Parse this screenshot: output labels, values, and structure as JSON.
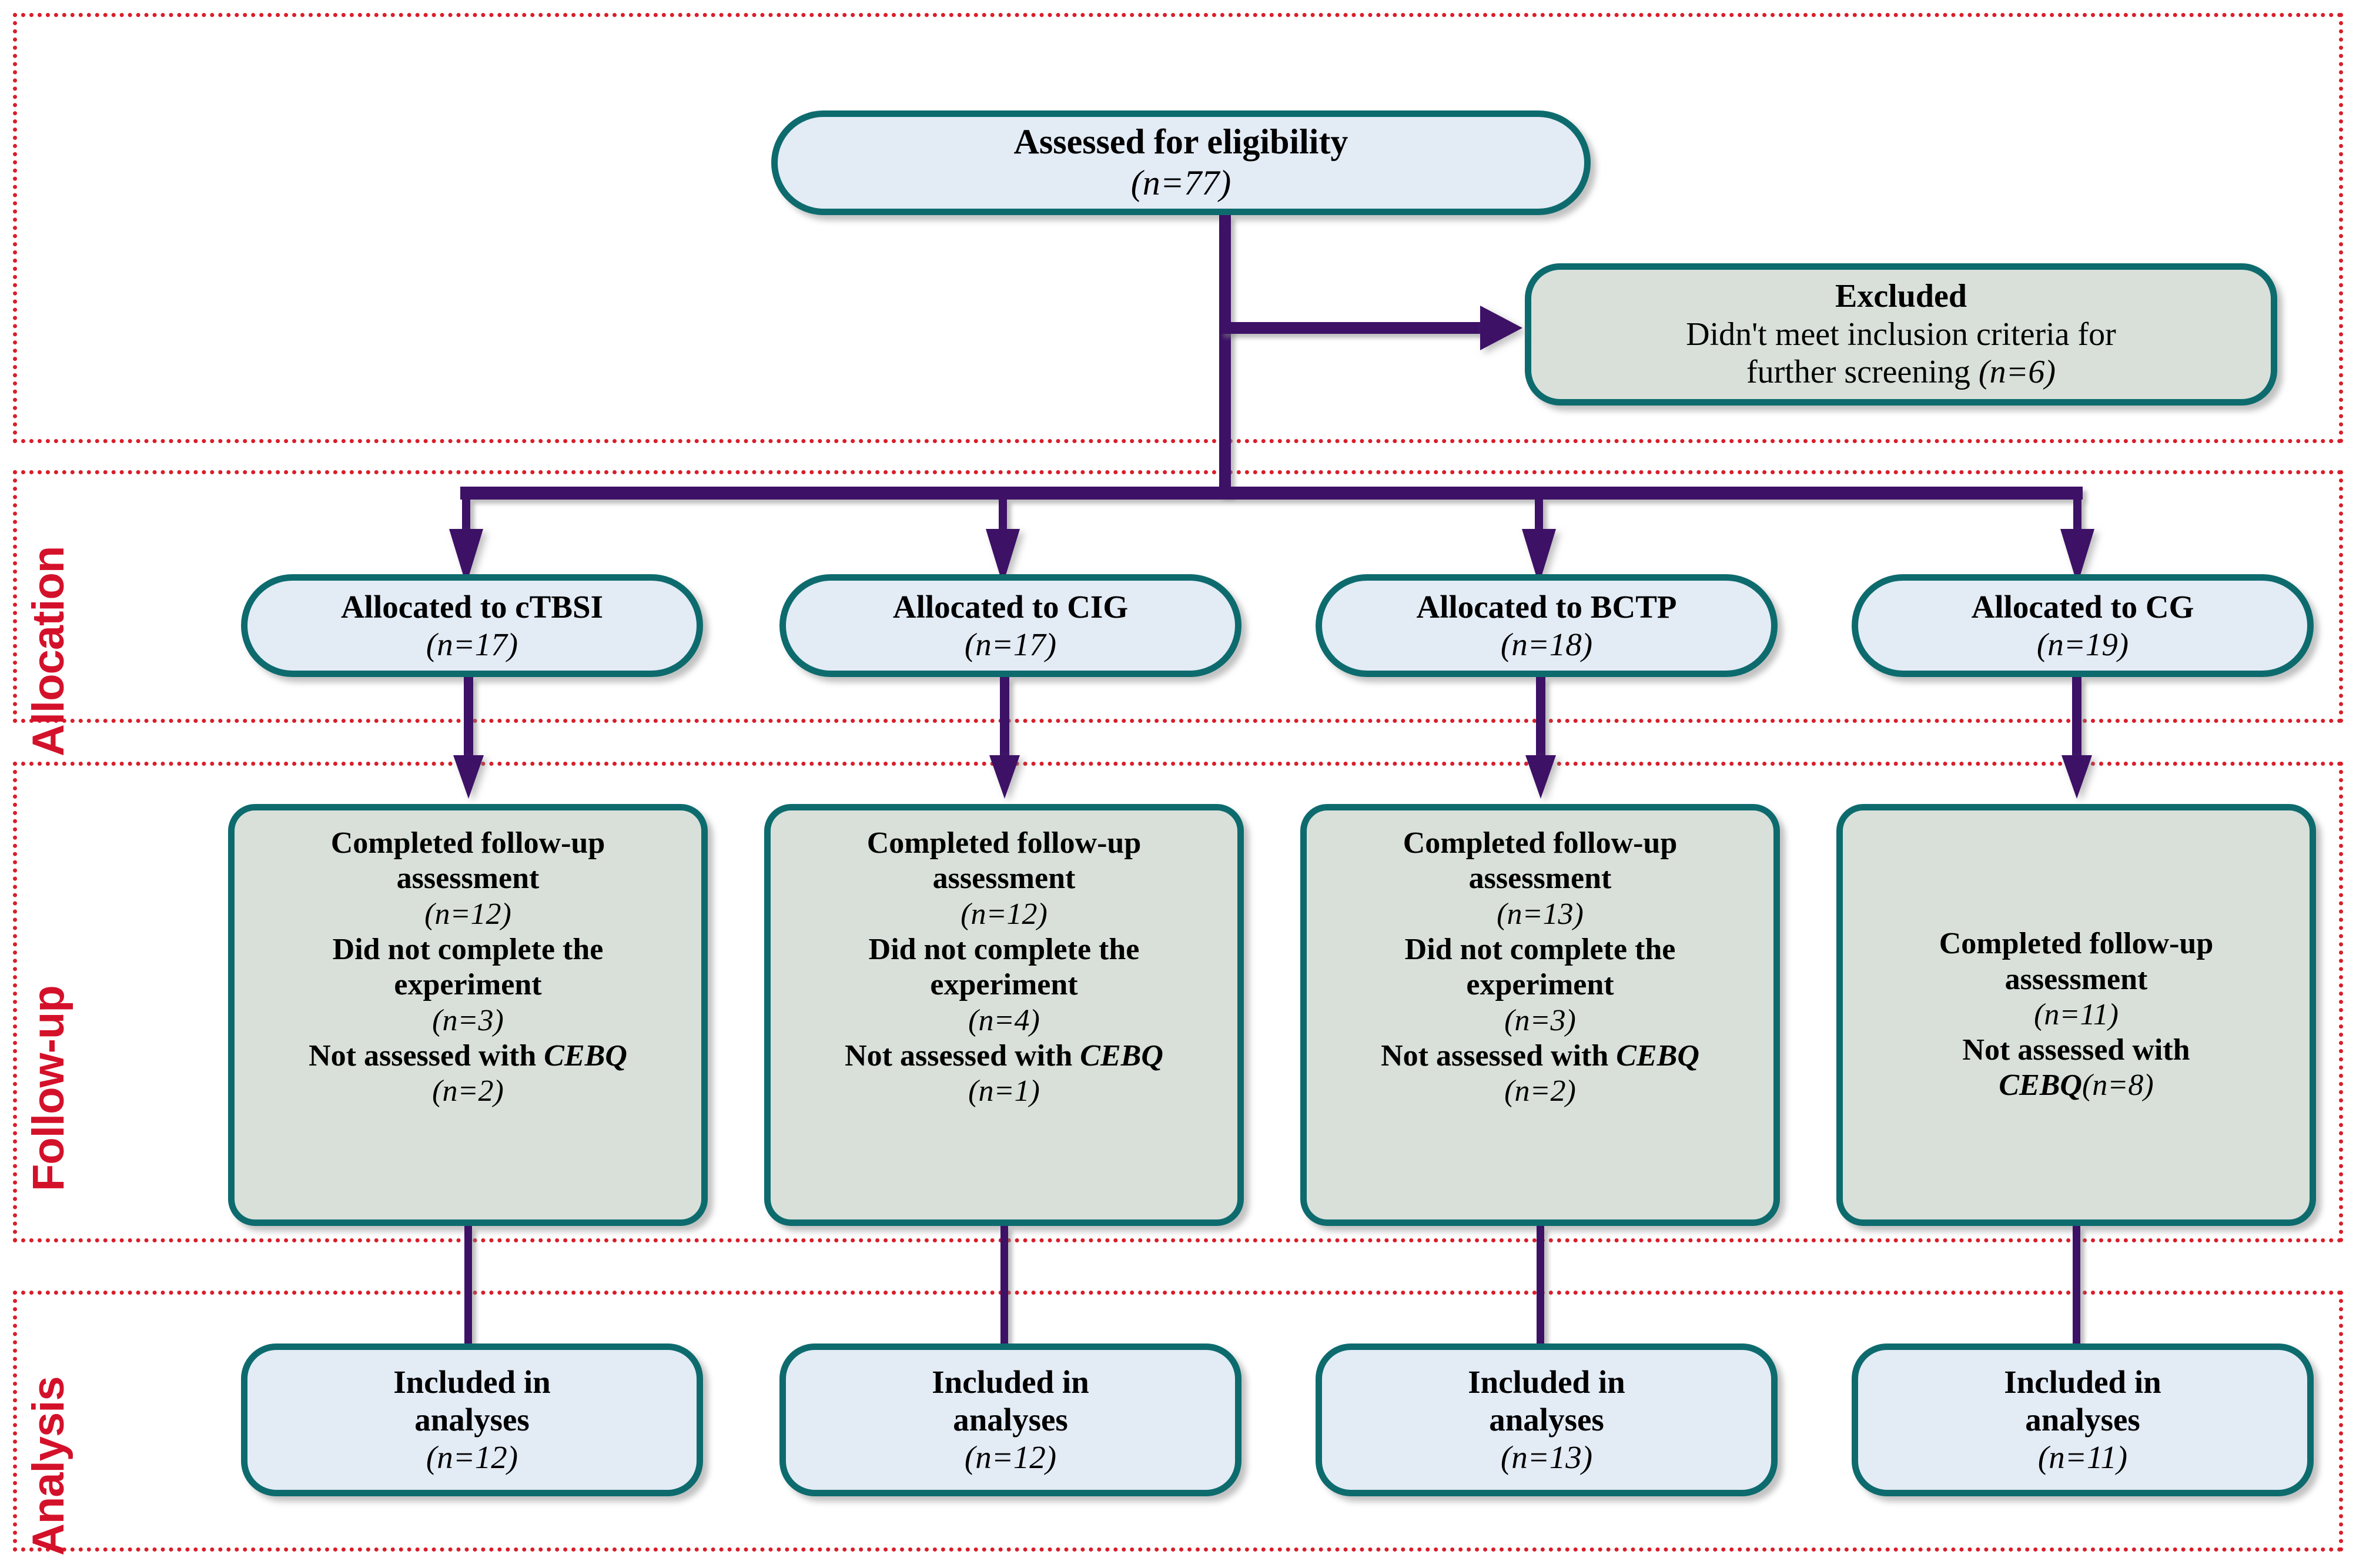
{
  "diagram": {
    "title": "CONSORT participant flow diagram",
    "colors": {
      "node_border": "#0d6b6e",
      "node_fill_blue": "#e3ebf5",
      "node_fill_green": "#d8e0d9",
      "connector": "#3d1166",
      "band_border": "#d91e2a",
      "phase_label": "#d4112a"
    }
  },
  "phases": [
    {
      "key": "enrollment",
      "label": ""
    },
    {
      "key": "allocation",
      "label": "Allocation"
    },
    {
      "key": "followup",
      "label": "Follow-up"
    },
    {
      "key": "analysis",
      "label": "Analysis"
    }
  ],
  "enrollment": {
    "assessed": {
      "title": "Assessed for eligibility",
      "n_line": "(n=77)"
    },
    "excluded": {
      "title": "Excluded",
      "reason_line1": "Didn't meet inclusion criteria for",
      "reason_line2_text": "further screening ",
      "reason_line2_n": "(n=6)"
    }
  },
  "allocation": {
    "boxes": [
      {
        "title": "Allocated to cTBSI",
        "n_line": "(n=17)"
      },
      {
        "title": "Allocated to CIG",
        "n_line": "(n=17)"
      },
      {
        "title": "Allocated to BCTP",
        "n_line": "(n=18)"
      },
      {
        "title": "Allocated to CG",
        "n_line": "(n=19)"
      }
    ]
  },
  "followup": {
    "boxes": [
      {
        "completed_label_l1": "Completed follow-up",
        "completed_label_l2": "assessment",
        "completed_n": "(n=12)",
        "dropout_label_l1": "Did not complete the",
        "dropout_label_l2": "experiment",
        "dropout_n": "(n=3)",
        "notassessed_label": "Not assessed with ",
        "notassessed_instrument": "CEBQ",
        "notassessed_n": "(n=2)"
      },
      {
        "completed_label_l1": "Completed follow-up",
        "completed_label_l2": "assessment",
        "completed_n": "(n=12)",
        "dropout_label_l1": "Did not complete the",
        "dropout_label_l2": "experiment",
        "dropout_n": "(n=4)",
        "notassessed_label": "Not assessed with ",
        "notassessed_instrument": "CEBQ",
        "notassessed_n": "(n=1)"
      },
      {
        "completed_label_l1": "Completed follow-up",
        "completed_label_l2": "assessment",
        "completed_n": "(n=13)",
        "dropout_label_l1": "Did not complete the",
        "dropout_label_l2": "experiment",
        "dropout_n": "(n=3)",
        "notassessed_label": "Not assessed with ",
        "notassessed_instrument": "CEBQ",
        "notassessed_n": "(n=2)"
      },
      {
        "completed_label_l1": "Completed follow-up",
        "completed_label_l2": "assessment",
        "completed_n": "(n=11)",
        "notassessed_label": "Not assessed with",
        "notassessed_instrument": "CEBQ",
        "notassessed_n": "(n=8)"
      }
    ]
  },
  "analysis": {
    "boxes": [
      {
        "label_l1": "Included in",
        "label_l2": "analyses",
        "n_line": "(n=12)"
      },
      {
        "label_l1": "Included in",
        "label_l2": "analyses",
        "n_line": "(n=12)"
      },
      {
        "label_l1": "Included in",
        "label_l2": "analyses",
        "n_line": "(n=13)"
      },
      {
        "label_l1": "Included in",
        "label_l2": "analyses",
        "n_line": "(n=11)"
      }
    ]
  }
}
